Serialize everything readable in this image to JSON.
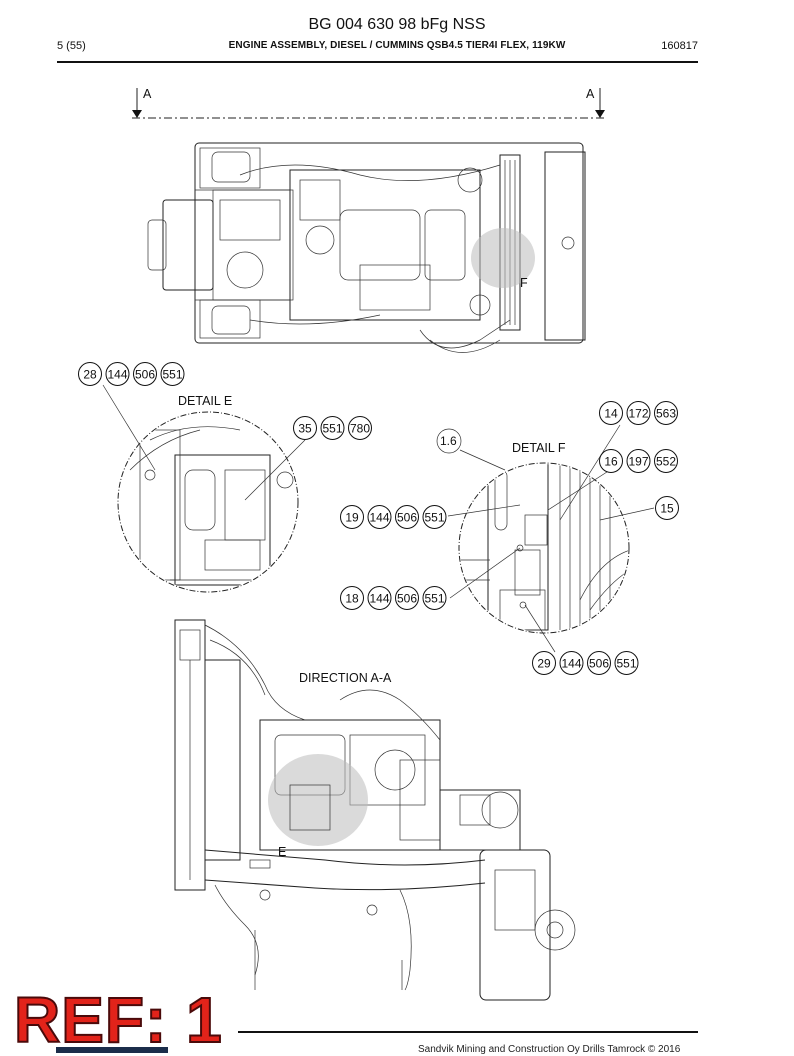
{
  "header": {
    "title": "BG 004 630 98 bFg NSS",
    "page": "5 (55)",
    "subtitle": "ENGINE ASSEMBLY, DIESEL / CUMMINS QSB4.5 TIER4I FLEX, 119KW",
    "date": "160817"
  },
  "top_view": {
    "section_mark_left": "A",
    "section_mark_right": "A",
    "detail_f_marker": "F"
  },
  "detail_e": {
    "title": "DETAIL E",
    "callouts": [
      {
        "id": "e1",
        "items": [
          "28",
          "144",
          "506",
          "551"
        ]
      },
      {
        "id": "e2",
        "items": [
          "35",
          "551",
          "780"
        ]
      }
    ]
  },
  "detail_f": {
    "title": "DETAIL F",
    "dimension_label": "1.6",
    "callouts": [
      {
        "id": "f1",
        "items": [
          "14",
          "172",
          "563"
        ]
      },
      {
        "id": "f2",
        "items": [
          "16",
          "197",
          "552"
        ]
      },
      {
        "id": "f3",
        "items": [
          "15"
        ]
      },
      {
        "id": "f4",
        "items": [
          "19",
          "144",
          "506",
          "551"
        ]
      },
      {
        "id": "f5",
        "items": [
          "18",
          "144",
          "506",
          "551"
        ]
      },
      {
        "id": "f6",
        "items": [
          "29",
          "144",
          "506",
          "551"
        ]
      }
    ]
  },
  "side_view": {
    "title": "DIRECTION A-A",
    "detail_e_marker": "E"
  },
  "footer": {
    "copyright": "Sandvik Mining and Construction Oy Drills Tamrock © 2016"
  },
  "stamp": {
    "text": "REF: 1",
    "color": "#e2231a"
  }
}
